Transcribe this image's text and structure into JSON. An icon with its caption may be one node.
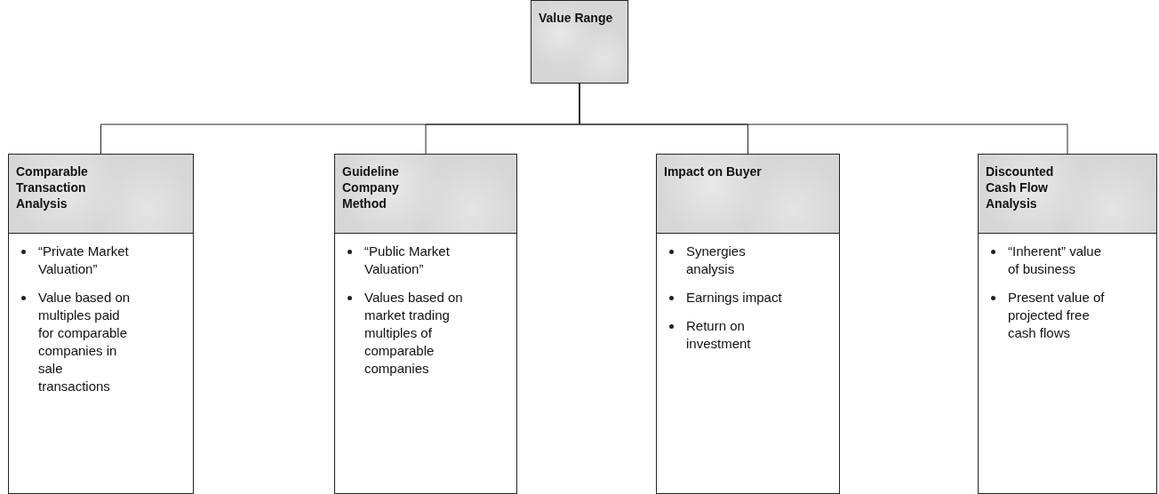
{
  "diagram": {
    "nodes": [
      {
        "text": [
          "Value Range"
        ]
      },
      {
        "text": [
          "Comparable Transaction Analysis",
          "“Private Market Valuation”",
          "Value based on multiples paid for comparable companies in sale transactions"
        ]
      },
      {
        "text": [
          "Guideline Company Method",
          "“Public Market Valuation”",
          "Values based on market trading multiples of comparable companies"
        ]
      },
      {
        "text": [
          "Impact on Buyer",
          "Synergies analysis",
          "Earnings impact",
          "Return on investment"
        ]
      },
      {
        "text": [
          "Discounted Cash Flow Analysis",
          "“Inherent” value of business",
          "Present value of projected free cash flows"
        ]
      }
    ],
    "edges": [
      {
        "from": 0,
        "to": 1,
        "arrow": "none"
      },
      {
        "from": 0,
        "to": 2,
        "arrow": "none"
      },
      {
        "from": 0,
        "to": 3,
        "arrow": "none"
      },
      {
        "from": 0,
        "to": 4,
        "arrow": "none"
      }
    ]
  }
}
